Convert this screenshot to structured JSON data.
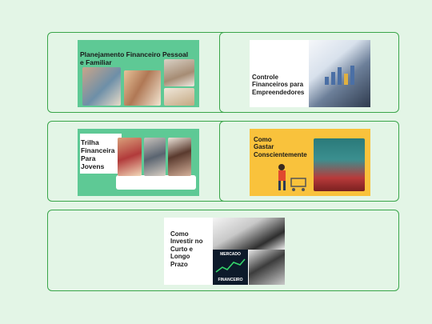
{
  "courses": [
    {
      "title": "Planejamento Financeiro Pessoal\ne Familiar",
      "accent": "#5ec995"
    },
    {
      "title": "Controle\nFinanceiros para\nEmpreendedores",
      "accent": "#ffffff"
    },
    {
      "title": "Trilha\nFinanceira\nPara\nJovens",
      "accent": "#5ec995"
    },
    {
      "title": "Como\nGastar\nConscientemente",
      "accent": "#f9c23c"
    },
    {
      "title": "Como\nInvestir no\nCurto e\nLongo\nPrazo",
      "accent": "#ffffff",
      "badge_top": "MERCADO",
      "badge_bottom": "FINANCEIRO"
    }
  ]
}
